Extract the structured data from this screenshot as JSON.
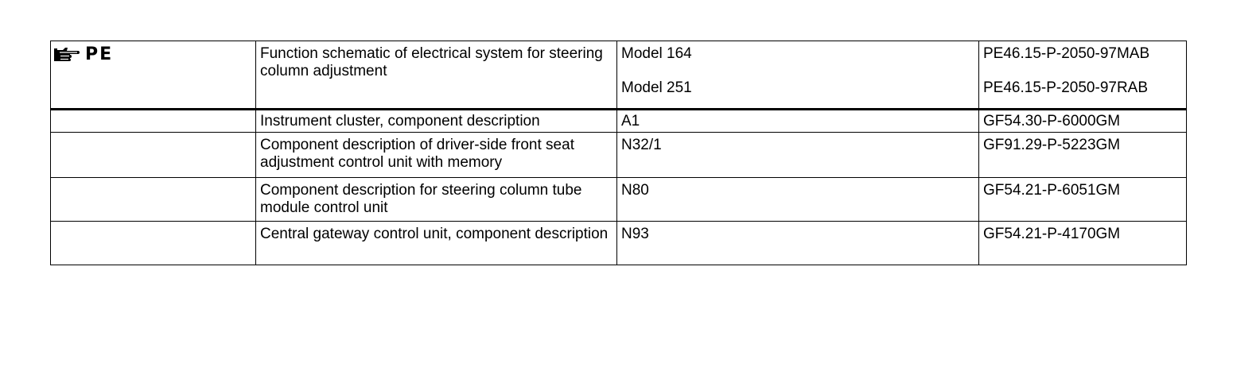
{
  "header_row": {
    "tag_label": "PE",
    "tag_icon": "pointing-hand-icon",
    "description": "Function schematic of electrical system for steering column adjustment",
    "models": [
      "Model 164",
      "Model 251"
    ],
    "documents": [
      "PE46.15-P-2050-97MAB",
      "PE46.15-P-2050-97RAB"
    ]
  },
  "rows": [
    {
      "description": "Instrument cluster, component description",
      "component": "A1",
      "document": "GF54.30-P-6000GM"
    },
    {
      "description": "Component description of driver-side front seat adjustment control unit with memory",
      "component": "N32/1",
      "document": "GF91.29-P-5223GM"
    },
    {
      "description": "Component description for steering column tube module control unit",
      "component": "N80",
      "document": "GF54.21-P-6051GM"
    },
    {
      "description": "Central gateway control unit, component description",
      "component": "N93",
      "document": "GF54.21-P-4170GM"
    }
  ]
}
